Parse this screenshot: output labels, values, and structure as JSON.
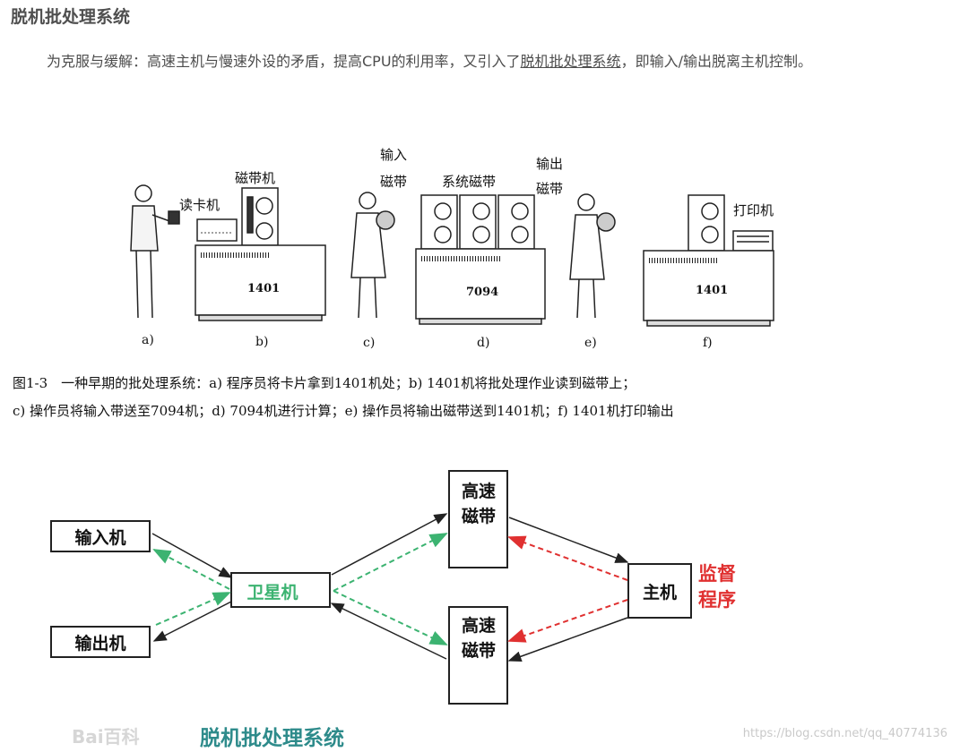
{
  "heading": "脱机批处理系统",
  "intro": {
    "before": "为克服与缓解：高速主机与慢速外设的矛盾，提高CPU的利用率，又引入了",
    "link": "脱机批处理系统",
    "after": "，即输入/输出脱离主机控制。"
  },
  "figure1": {
    "labels": {
      "card_reader": "读卡机",
      "tape_drive": "磁带机",
      "input_tape_1": "输入",
      "input_tape_2": "磁带",
      "system_tape": "系统磁带",
      "output_tape_1": "输出",
      "output_tape_2": "磁带",
      "printer": "打印机"
    },
    "machines": [
      "1401",
      "7094",
      "1401"
    ],
    "panels": [
      "a)",
      "b)",
      "c)",
      "d)",
      "e)",
      "f)"
    ],
    "caption_line1": "图1-3　一种早期的批处理系统：a) 程序员将卡片拿到1401机处；b) 1401机将批处理作业读到磁带上；",
    "caption_line2": "c) 操作员将输入带送至7094机；d) 7094机进行计算；e) 操作员将输出磁带送到1401机；f) 1401机打印输出"
  },
  "figure2": {
    "input_machine": "输入机",
    "output_machine": "输出机",
    "satellite": "卫星机",
    "tape_top_1": "高速",
    "tape_top_2": "磁带",
    "tape_bottom_1": "高速",
    "tape_bottom_2": "磁带",
    "host": "主机",
    "monitor_1": "监督",
    "monitor_2": "程序",
    "baidu_logo": "Bai百科",
    "title": "脱机批处理系统",
    "colors": {
      "green": "#3cb371",
      "red": "#e03030",
      "black": "#222222"
    }
  },
  "watermark": "https://blog.csdn.net/qq_40774136"
}
